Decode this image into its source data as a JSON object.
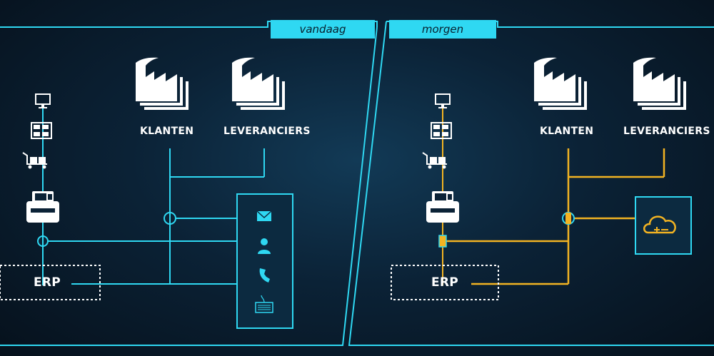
{
  "panels": {
    "today": {
      "tag": "vandaag",
      "customers": "KLANTEN",
      "suppliers": "LEVERANCIERS",
      "erp": "ERP"
    },
    "tomorrow": {
      "tag": "morgen",
      "customers": "KLANTEN",
      "suppliers": "LEVERANCIERS",
      "erp": "ERP"
    }
  },
  "colors": {
    "today_line": "#2fd8f2",
    "tomorrow_line": "#f2b322",
    "frame": "#2fd8f2",
    "icon": "#ffffff"
  },
  "icons": {
    "today_channels": [
      "envelope-icon",
      "user-icon",
      "phone-icon",
      "keyboard-icon"
    ],
    "tomorrow_channel": "cloud-plug-icon",
    "factory": "factory-icon"
  }
}
